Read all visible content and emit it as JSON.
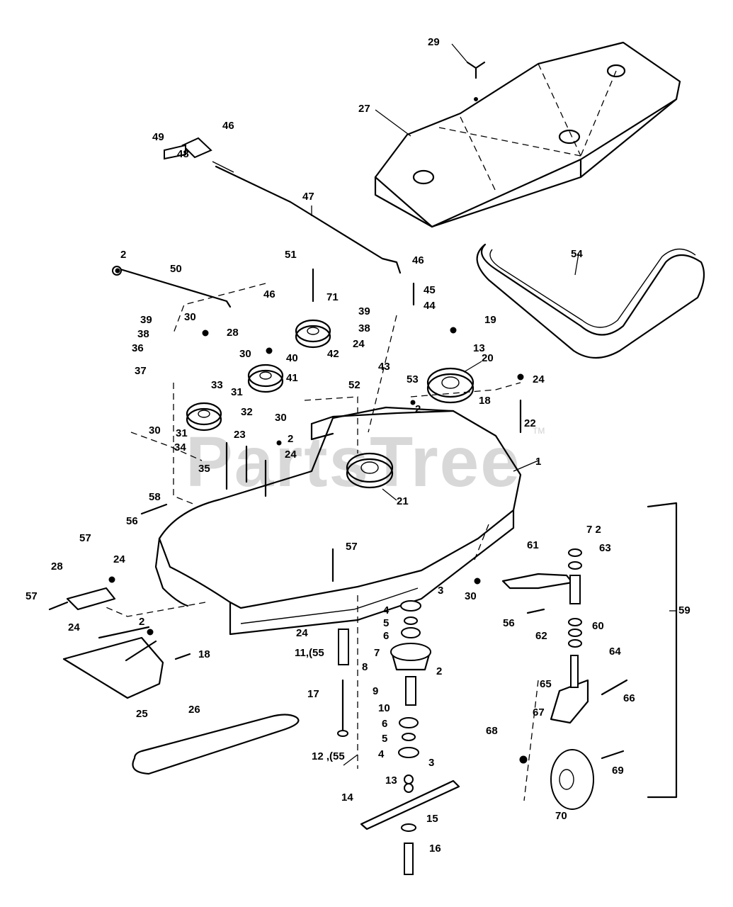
{
  "watermark": {
    "text": "PartsTree",
    "trademark": "TM"
  },
  "callouts": [
    {
      "id": "c29",
      "text": "29"
    },
    {
      "id": "c27",
      "text": "27"
    },
    {
      "id": "c46a",
      "text": "46"
    },
    {
      "id": "c49",
      "text": "49"
    },
    {
      "id": "c48",
      "text": "48"
    },
    {
      "id": "c47",
      "text": "47"
    },
    {
      "id": "c54",
      "text": "54"
    },
    {
      "id": "c2a",
      "text": "2"
    },
    {
      "id": "c50",
      "text": "50"
    },
    {
      "id": "c51",
      "text": "51"
    },
    {
      "id": "c46b",
      "text": "46"
    },
    {
      "id": "c46c",
      "text": "46"
    },
    {
      "id": "c45",
      "text": "45"
    },
    {
      "id": "c71",
      "text": "71"
    },
    {
      "id": "c44",
      "text": "44"
    },
    {
      "id": "c39a",
      "text": "39"
    },
    {
      "id": "c30a",
      "text": "30"
    },
    {
      "id": "c28a",
      "text": "28"
    },
    {
      "id": "c39b",
      "text": "39"
    },
    {
      "id": "c38a",
      "text": "38"
    },
    {
      "id": "c38b",
      "text": "38"
    },
    {
      "id": "c19",
      "text": "19"
    },
    {
      "id": "c36",
      "text": "36"
    },
    {
      "id": "c30b",
      "text": "30"
    },
    {
      "id": "c24a",
      "text": "24"
    },
    {
      "id": "c13a",
      "text": "13"
    },
    {
      "id": "c40",
      "text": "40"
    },
    {
      "id": "c42",
      "text": "42"
    },
    {
      "id": "c43",
      "text": "43"
    },
    {
      "id": "c20",
      "text": "20"
    },
    {
      "id": "c37",
      "text": "37"
    },
    {
      "id": "c41",
      "text": "41"
    },
    {
      "id": "c24b",
      "text": "24"
    },
    {
      "id": "c31a",
      "text": "31"
    },
    {
      "id": "c33",
      "text": "33"
    },
    {
      "id": "c52",
      "text": "52"
    },
    {
      "id": "c53",
      "text": "53"
    },
    {
      "id": "c18a",
      "text": "18"
    },
    {
      "id": "c2b",
      "text": "2"
    },
    {
      "id": "c32",
      "text": "32"
    },
    {
      "id": "c30c",
      "text": "30"
    },
    {
      "id": "c22",
      "text": "22"
    },
    {
      "id": "c30d",
      "text": "30"
    },
    {
      "id": "c31b",
      "text": "31"
    },
    {
      "id": "c23",
      "text": "23"
    },
    {
      "id": "c2c",
      "text": "2"
    },
    {
      "id": "c34",
      "text": "34"
    },
    {
      "id": "c24c",
      "text": "24"
    },
    {
      "id": "c1",
      "text": "1"
    },
    {
      "id": "c35",
      "text": "35"
    },
    {
      "id": "c21",
      "text": "21"
    },
    {
      "id": "c58",
      "text": "58"
    },
    {
      "id": "c56a",
      "text": "56"
    },
    {
      "id": "c72",
      "text": "7 2"
    },
    {
      "id": "c57a",
      "text": "57"
    },
    {
      "id": "c61",
      "text": "61"
    },
    {
      "id": "c63",
      "text": "63"
    },
    {
      "id": "c57b",
      "text": "57"
    },
    {
      "id": "c24d",
      "text": "24"
    },
    {
      "id": "c28b",
      "text": "28"
    },
    {
      "id": "c3a",
      "text": "3"
    },
    {
      "id": "c30e",
      "text": "30"
    },
    {
      "id": "c57c",
      "text": "57"
    },
    {
      "id": "c4a",
      "text": "4"
    },
    {
      "id": "c59",
      "text": "59"
    },
    {
      "id": "c5a",
      "text": "5"
    },
    {
      "id": "c56b",
      "text": "56"
    },
    {
      "id": "c62",
      "text": "62"
    },
    {
      "id": "c24e",
      "text": "24"
    },
    {
      "id": "c6a",
      "text": "6"
    },
    {
      "id": "c60",
      "text": "60"
    },
    {
      "id": "c24f",
      "text": "24"
    },
    {
      "id": "c2d",
      "text": "2"
    },
    {
      "id": "c7",
      "text": "7"
    },
    {
      "id": "c1155",
      "text": "11,(55"
    },
    {
      "id": "c18b",
      "text": "18"
    },
    {
      "id": "c64",
      "text": "64"
    },
    {
      "id": "c8",
      "text": "8"
    },
    {
      "id": "c2e",
      "text": "2"
    },
    {
      "id": "c65",
      "text": "65"
    },
    {
      "id": "c25",
      "text": "25"
    },
    {
      "id": "c17",
      "text": "17"
    },
    {
      "id": "c9",
      "text": "9"
    },
    {
      "id": "c66",
      "text": "66"
    },
    {
      "id": "c26",
      "text": "26"
    },
    {
      "id": "c10",
      "text": "10"
    },
    {
      "id": "c67",
      "text": "67"
    },
    {
      "id": "c6b",
      "text": "6"
    },
    {
      "id": "c68",
      "text": "68"
    },
    {
      "id": "c5b",
      "text": "5"
    },
    {
      "id": "c1255",
      "text": "12 ,(55"
    },
    {
      "id": "c4b",
      "text": "4"
    },
    {
      "id": "c3b",
      "text": "3"
    },
    {
      "id": "c69",
      "text": "69"
    },
    {
      "id": "c13b",
      "text": "13"
    },
    {
      "id": "c14",
      "text": "14"
    },
    {
      "id": "c70",
      "text": "70"
    },
    {
      "id": "c15",
      "text": "15"
    },
    {
      "id": "c16",
      "text": "16"
    }
  ]
}
